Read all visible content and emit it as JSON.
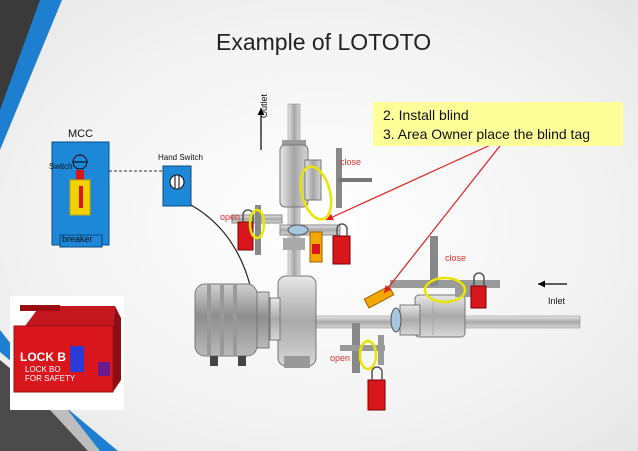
{
  "title": "Example of LOTOTO",
  "note": {
    "line1": "2. Install blind",
    "line2": "3. Area Owner place the blind tag"
  },
  "labels": {
    "mcc": "MCC",
    "switch": "Switch",
    "breaker": "breaker",
    "hand_switch": "Hand Switch",
    "outlet": "Outlet",
    "inlet": "Inlet",
    "close_top": "close",
    "close_right": "close",
    "open_left": "open",
    "open_bottom": "open"
  },
  "lockbox": {
    "text1": "LOCK B",
    "text2": "LOCK BO",
    "text3": "FOR SAFETY"
  },
  "colors": {
    "accent_blue": "#1e7fd0",
    "dark_stripe": "#3a3a3a",
    "note_bg": "#ffff99",
    "lock_red": "#d9161c",
    "tag_yellow": "#f2d300",
    "highlight_yellow": "#e8e500",
    "label_red": "#e03030"
  }
}
